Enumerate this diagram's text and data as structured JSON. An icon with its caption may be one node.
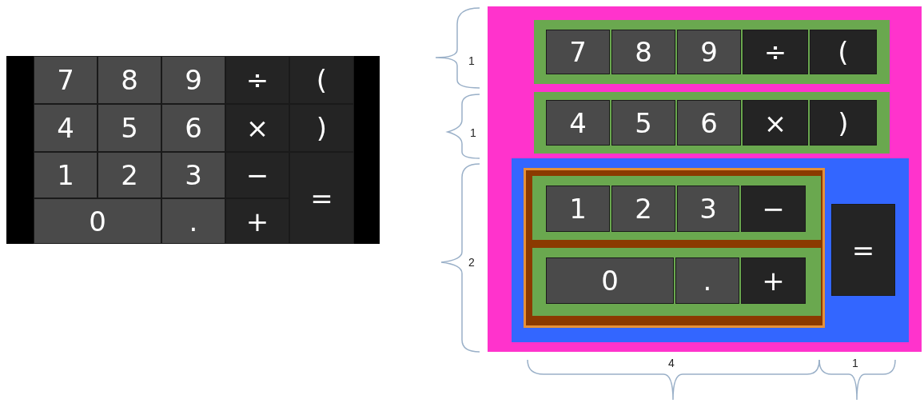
{
  "diagram": {
    "nodes": [
      {
        "text": [],
        "shape": "box"
      },
      {
        "text": [
          "7"
        ],
        "in": 0
      },
      {
        "text": [
          "8"
        ],
        "in": 0
      },
      {
        "text": [
          "9"
        ],
        "in": 0
      },
      {
        "text": [
          "÷"
        ],
        "in": 0
      },
      {
        "text": [
          "("
        ],
        "in": 0
      },
      {
        "text": [
          "4"
        ],
        "in": 0
      },
      {
        "text": [
          "5"
        ],
        "in": 0
      },
      {
        "text": [
          "6"
        ],
        "in": 0
      },
      {
        "text": [
          "×"
        ],
        "in": 0
      },
      {
        "text": [
          ")"
        ],
        "in": 0
      },
      {
        "text": [
          "1"
        ],
        "in": 0
      },
      {
        "text": [
          "2"
        ],
        "in": 0
      },
      {
        "text": [
          "3"
        ],
        "in": 0
      },
      {
        "text": [
          "−"
        ],
        "in": 0
      },
      {
        "text": [
          "="
        ],
        "in": 0
      },
      {
        "text": [
          "0"
        ],
        "in": 0
      },
      {
        "text": [
          "."
        ],
        "in": 0
      },
      {
        "text": [
          "+"
        ],
        "in": 0
      },
      {
        "text": [],
        "shape": "box"
      },
      {
        "text": [],
        "shape": "box",
        "in": 19
      },
      {
        "text": [
          "7"
        ],
        "in": 20
      },
      {
        "text": [
          "8"
        ],
        "in": 20
      },
      {
        "text": [
          "9"
        ],
        "in": 20
      },
      {
        "text": [
          "÷"
        ],
        "in": 20
      },
      {
        "text": [
          "("
        ],
        "in": 20
      },
      {
        "text": [],
        "shape": "box",
        "in": 19
      },
      {
        "text": [
          "4"
        ],
        "in": 26
      },
      {
        "text": [
          "5"
        ],
        "in": 26
      },
      {
        "text": [
          "6"
        ],
        "in": 26
      },
      {
        "text": [
          "×"
        ],
        "in": 26
      },
      {
        "text": [
          ")"
        ],
        "in": 26
      },
      {
        "text": [],
        "shape": "box",
        "in": 19
      },
      {
        "text": [],
        "shape": "box",
        "in": 32
      },
      {
        "text": [],
        "shape": "box",
        "in": 33
      },
      {
        "text": [
          "1"
        ],
        "in": 34
      },
      {
        "text": [
          "2"
        ],
        "in": 34
      },
      {
        "text": [
          "3"
        ],
        "in": 34
      },
      {
        "text": [
          "−"
        ],
        "in": 34
      },
      {
        "text": [],
        "shape": "box",
        "in": 33
      },
      {
        "text": [
          "0"
        ],
        "in": 39
      },
      {
        "text": [
          "."
        ],
        "in": 39
      },
      {
        "text": [
          "+"
        ],
        "in": 39
      },
      {
        "text": [
          "="
        ],
        "in": 32
      }
    ],
    "edges": [],
    "labels": [
      "1",
      "1",
      "2",
      "4",
      "1"
    ]
  }
}
